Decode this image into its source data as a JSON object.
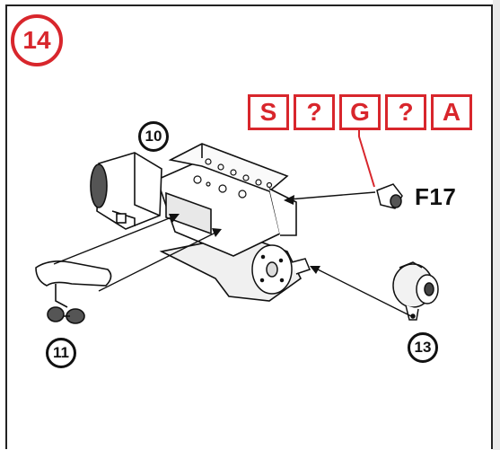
{
  "step_number": "14",
  "letter_boxes": [
    "S",
    "?",
    "G",
    "?",
    "A"
  ],
  "part_code": "F17",
  "callouts": [
    "10",
    "11",
    "13"
  ],
  "colors": {
    "accent": "#d8262c",
    "line": "#111111"
  }
}
